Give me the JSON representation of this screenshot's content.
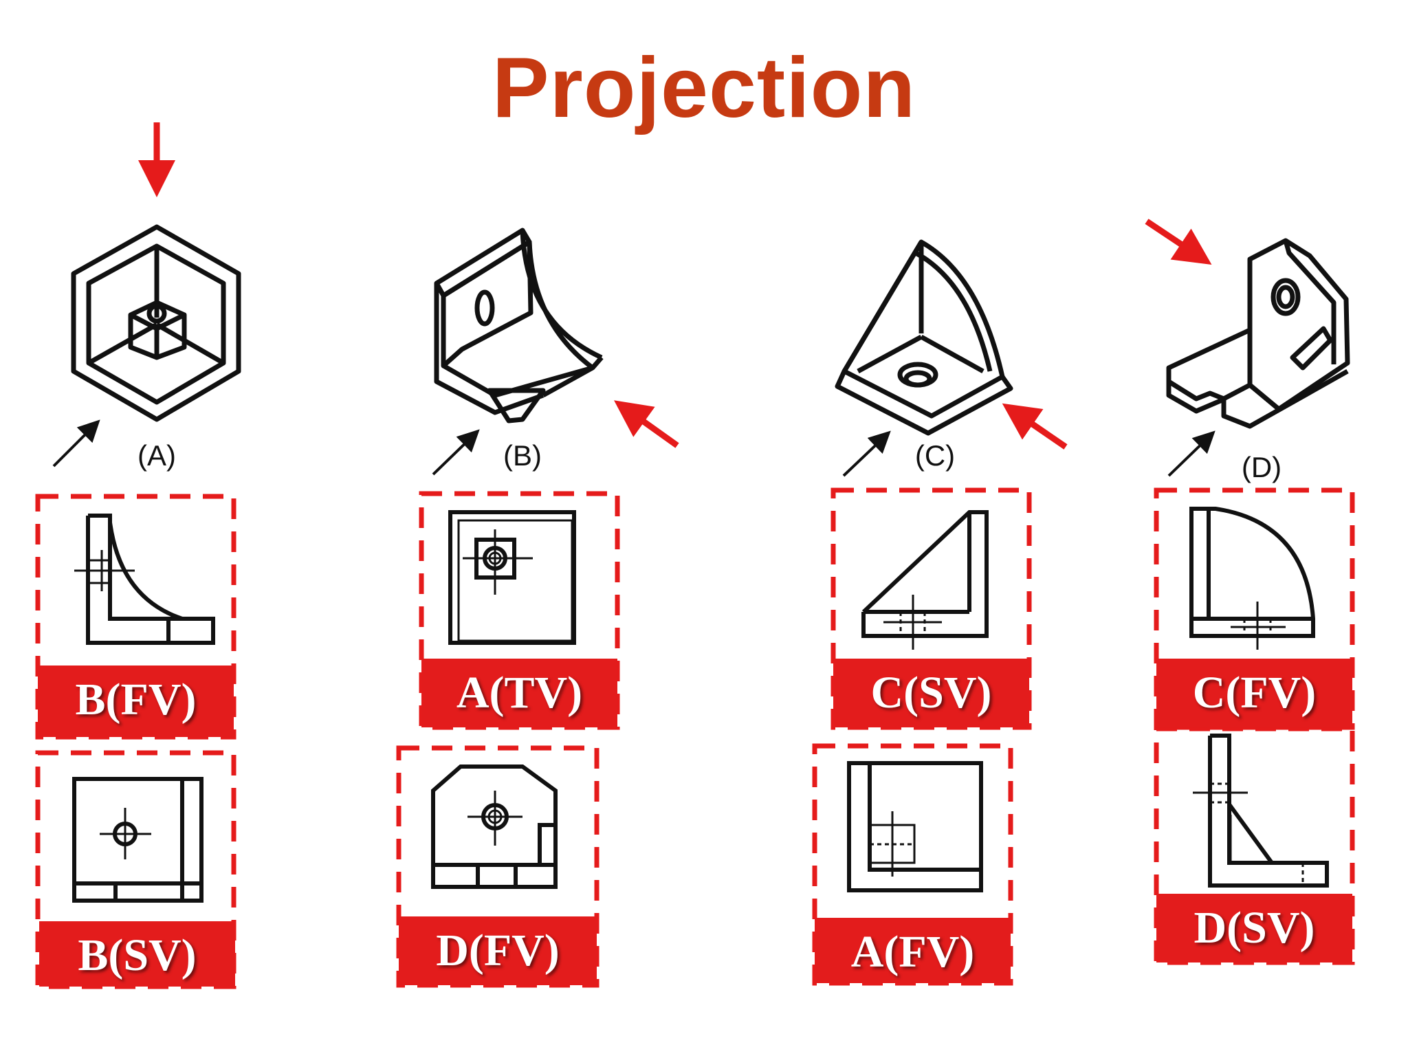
{
  "title": "Projection",
  "colors": {
    "title": "#c63a12",
    "accent": "#e51b1b",
    "ink": "#111111",
    "tag_bg": "#e31c1c"
  },
  "objects": [
    {
      "id": "A",
      "label": "(A)"
    },
    {
      "id": "B",
      "label": "(B)"
    },
    {
      "id": "C",
      "label": "(C)"
    },
    {
      "id": "D",
      "label": "(D)"
    }
  ],
  "view_labels": {
    "col1_top": "B(FV)",
    "col1_bottom": "B(SV)",
    "col2_top": "A(TV)",
    "col2_bottom": "D(FV)",
    "col3_top": "C(SV)",
    "col3_bottom": "A(FV)",
    "col4_top": "C(FV)",
    "col4_bottom": "D(SV)"
  }
}
